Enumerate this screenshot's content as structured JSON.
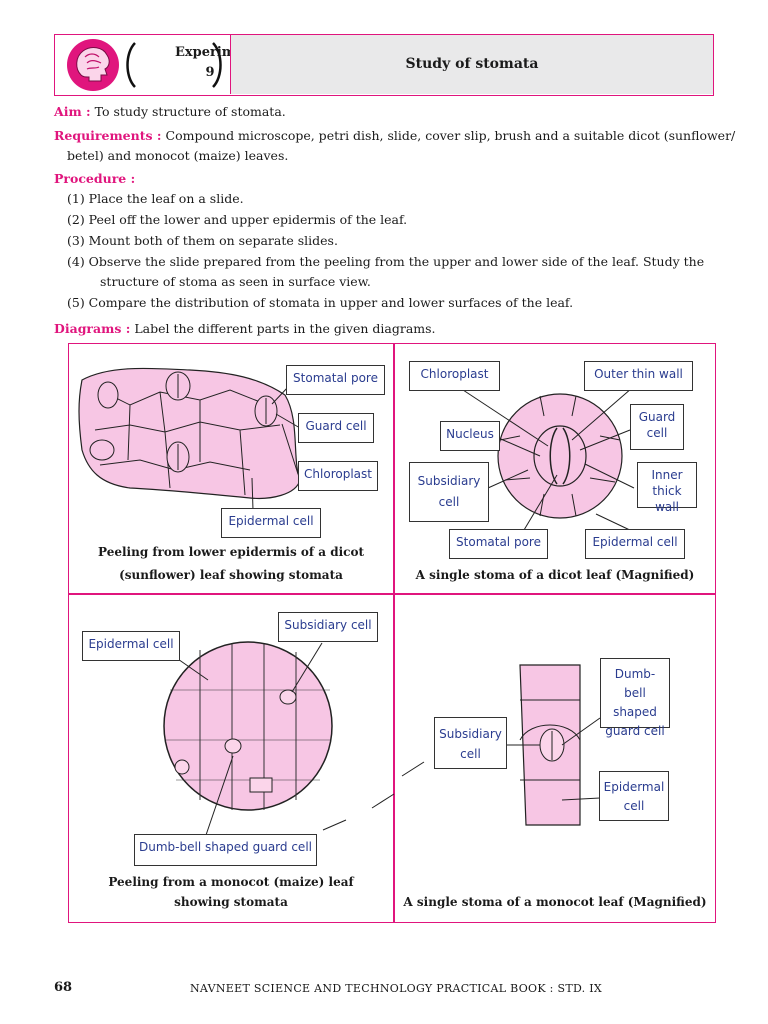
{
  "header": {
    "experiment_label": "Experiment",
    "experiment_number": "9",
    "title": "Study of stomata"
  },
  "aim": {
    "label": "Aim :",
    "text": "To study structure of stomata."
  },
  "requirements": {
    "label": "Requirements :",
    "line1": "Compound microscope, petri dish, slide, cover slip, brush and a suitable dicot (sunflower/",
    "line2": "betel) and monocot (maize) leaves."
  },
  "procedure": {
    "label": "Procedure :",
    "steps": [
      "(1) Place the leaf on a slide.",
      "(2) Peel off the lower and upper epidermis of the leaf.",
      "(3) Mount both of them on separate slides.",
      "(4) Observe the slide prepared from the peeling from the upper and lower side of the leaf. Study the",
      "structure of stoma as seen in surface view.",
      "(5) Compare the distribution of stomata in upper and lower surfaces of the leaf."
    ]
  },
  "diagrams": {
    "label": "Diagrams :",
    "text": "Label the different parts in the given diagrams."
  },
  "panel1": {
    "labels": [
      "Stomatal pore",
      "Guard cell",
      "Chloroplast",
      "Epidermal cell"
    ],
    "caption1": "Peeling from lower epidermis of a dicot",
    "caption2": "(sunflower) leaf showing stomata"
  },
  "panel2": {
    "labels": [
      "Chloroplast",
      "Outer thin wall",
      "Guard",
      "cell",
      "Nucleus",
      "Subsidiary",
      "cell",
      "Inner",
      "thick wall",
      "Stomatal pore",
      "Epidermal cell"
    ],
    "caption": "A single stoma of a dicot leaf (Magnified)"
  },
  "panel3": {
    "labels": [
      "Subsidiary cell",
      "Epidermal cell",
      "Dumb-bell shaped guard cell"
    ],
    "caption1": "Peeling from a monocot (maize) leaf",
    "caption2": "showing stomata"
  },
  "panel4": {
    "labels": [
      "Dumb-bell",
      "shaped",
      "guard cell",
      "Subsidiary",
      "cell",
      "Epidermal",
      "cell"
    ],
    "caption": "A single stoma of a monocot leaf (Magnified)"
  },
  "footer": {
    "page_number": "68",
    "book_title": "NAVNEET SCIENCE AND TECHNOLOGY PRACTICAL BOOK : STD. IX"
  },
  "colors": {
    "accent": "#e0157d",
    "cell_fill": "#f7c6e4",
    "label_text": "#2a3c8f"
  }
}
